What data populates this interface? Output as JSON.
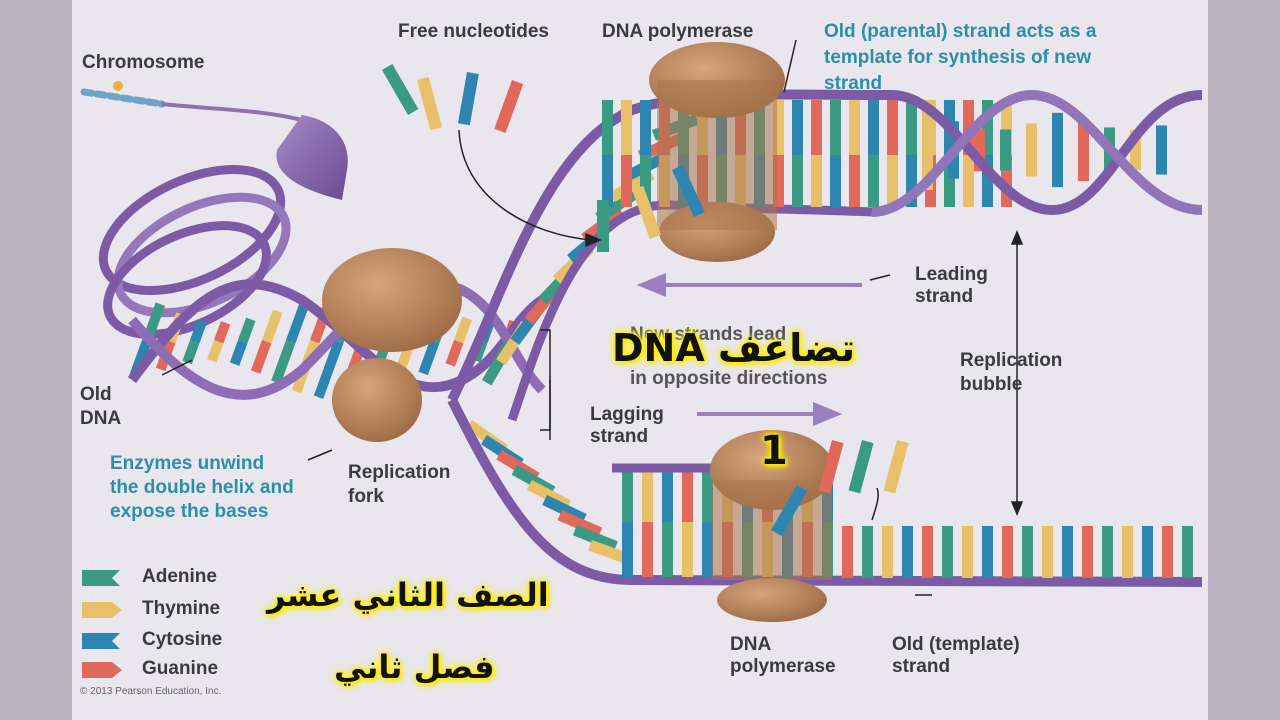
{
  "labels": {
    "chromosome": "Chromosome",
    "free_nucleotides": "Free nucleotides",
    "dna_polymerase_top": "DNA polymerase",
    "old_strand_template": [
      "Old (parental) strand acts as a",
      "template for synthesis of new",
      "strand"
    ],
    "leading_strand": [
      "Leading",
      "strand"
    ],
    "new_strands": [
      "New strands lead",
      "in opposite directions"
    ],
    "replication_bubble": [
      "Replication",
      "bubble"
    ],
    "lagging_strand": [
      "Lagging",
      "strand"
    ],
    "old_dna": [
      "Old",
      "DNA"
    ],
    "enzymes": [
      "Enzymes unwind",
      "the double helix and",
      "expose the bases"
    ],
    "replication_fork": [
      "Replication",
      "fork"
    ],
    "dna_polymerase_bottom": [
      "DNA",
      "polymerase"
    ],
    "old_template_strand": [
      "Old (template)",
      "strand"
    ],
    "copyright": "© 2013 Pearson Education, Inc."
  },
  "legend": [
    {
      "name": "Adenine",
      "color": "#3a9a84"
    },
    {
      "name": "Thymine",
      "color": "#e8c06a"
    },
    {
      "name": "Cytosine",
      "color": "#2e86b0"
    },
    {
      "name": "Guanine",
      "color": "#e0695c"
    }
  ],
  "overlay": {
    "title": "تضاعف DNA",
    "number": "1",
    "grade": "الصف الثاني عشر",
    "term": "فصل ثاني"
  },
  "colors": {
    "backbone": "#7d5aa6",
    "polymerase": "#b8845f",
    "highlight": "#fff200"
  }
}
